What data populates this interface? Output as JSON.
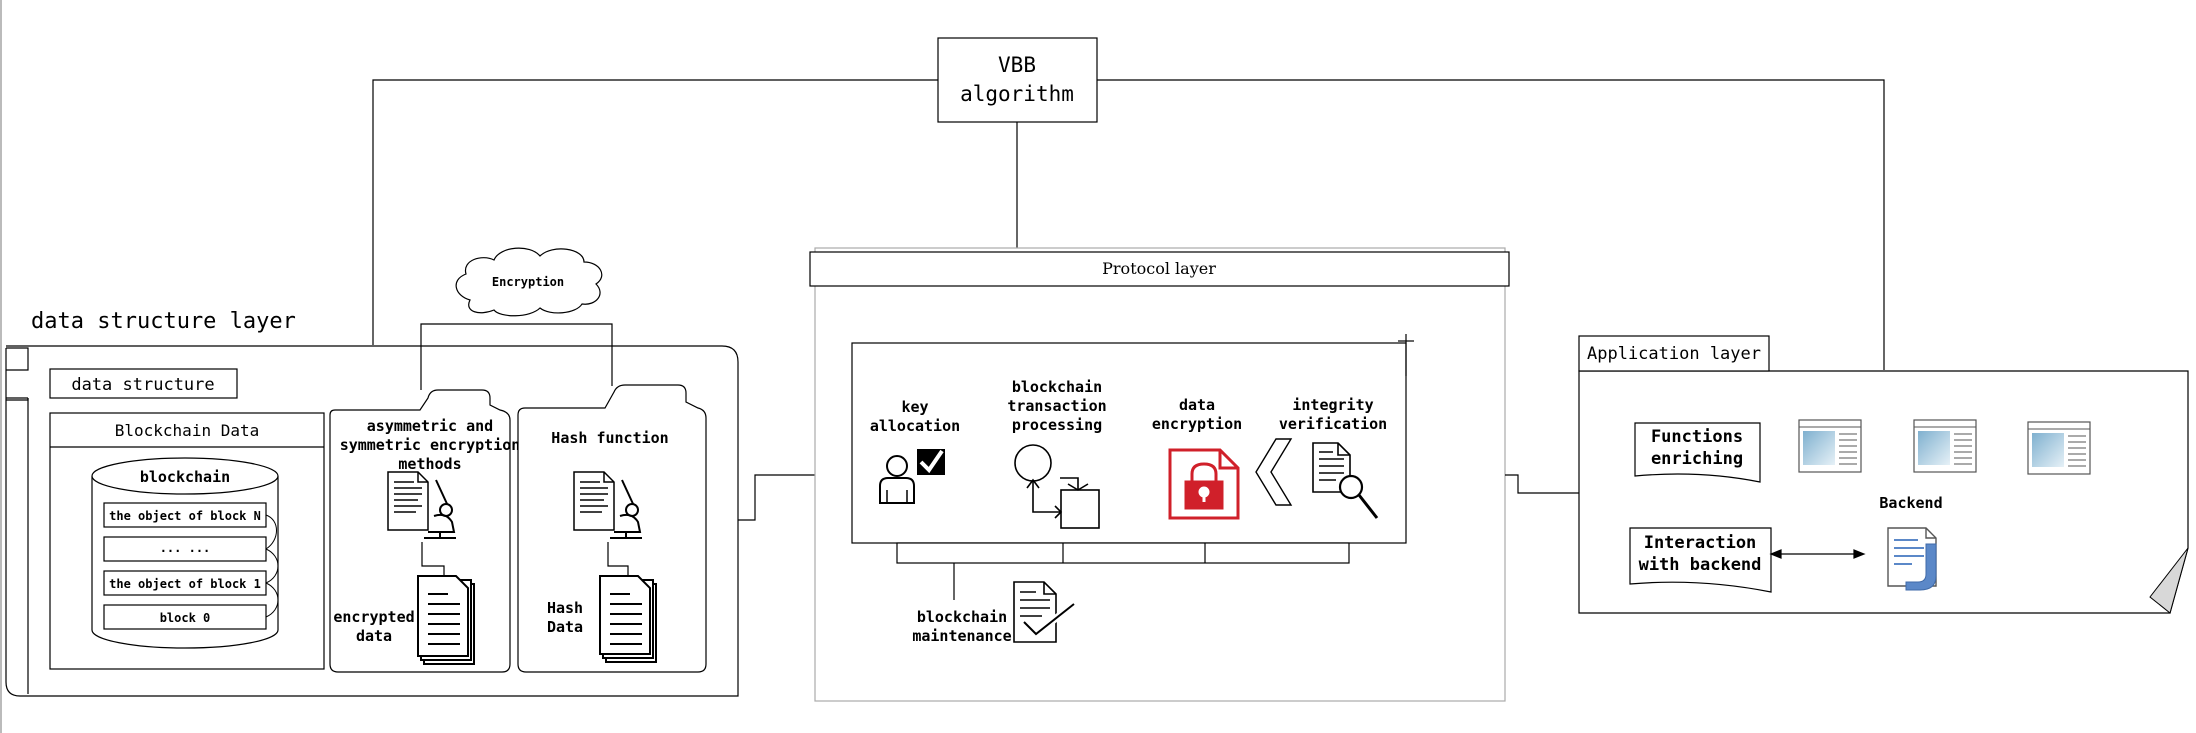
{
  "algorithm": {
    "line1": "VBB",
    "line2": "algorithm"
  },
  "data_structure_layer": {
    "title": "data structure layer",
    "data_structure_label": "data structure",
    "blockchain_data_title": "Blockchain Data",
    "blockchain_label": "blockchain",
    "blocks": [
      "the object of block N",
      "... ...",
      "the object of block 1",
      "block 0"
    ],
    "encryption_cloud": "Encryption",
    "asym": {
      "line1": "asymmetric and",
      "line2": "symmetric encryption",
      "line3": "methods"
    },
    "encrypted_data": {
      "line1": "encrypted",
      "line2": "data"
    },
    "hash_function": "Hash function",
    "hash_data": {
      "line1": "Hash",
      "line2": "Data"
    }
  },
  "protocol_layer": {
    "title": "Protocol layer",
    "key_allocation": {
      "line1": "key",
      "line2": "allocation"
    },
    "tx_processing": {
      "line1": "blockchain",
      "line2": "transaction",
      "line3": "processing"
    },
    "data_encryption": {
      "line1": "data",
      "line2": "encryption"
    },
    "integrity": {
      "line1": "integrity",
      "line2": "verification"
    },
    "maintenance": {
      "line1": "blockchain",
      "line2": "maintenance"
    }
  },
  "application_layer": {
    "title": "Application layer",
    "functions": {
      "line1": "Functions",
      "line2": "enriching"
    },
    "interaction": {
      "line1": "Interaction",
      "line2": "with backend"
    },
    "backend": "Backend"
  },
  "colors": {
    "lock": "#d0202a",
    "window": "#8fb9d4",
    "j_icon": "#5b88c8"
  }
}
